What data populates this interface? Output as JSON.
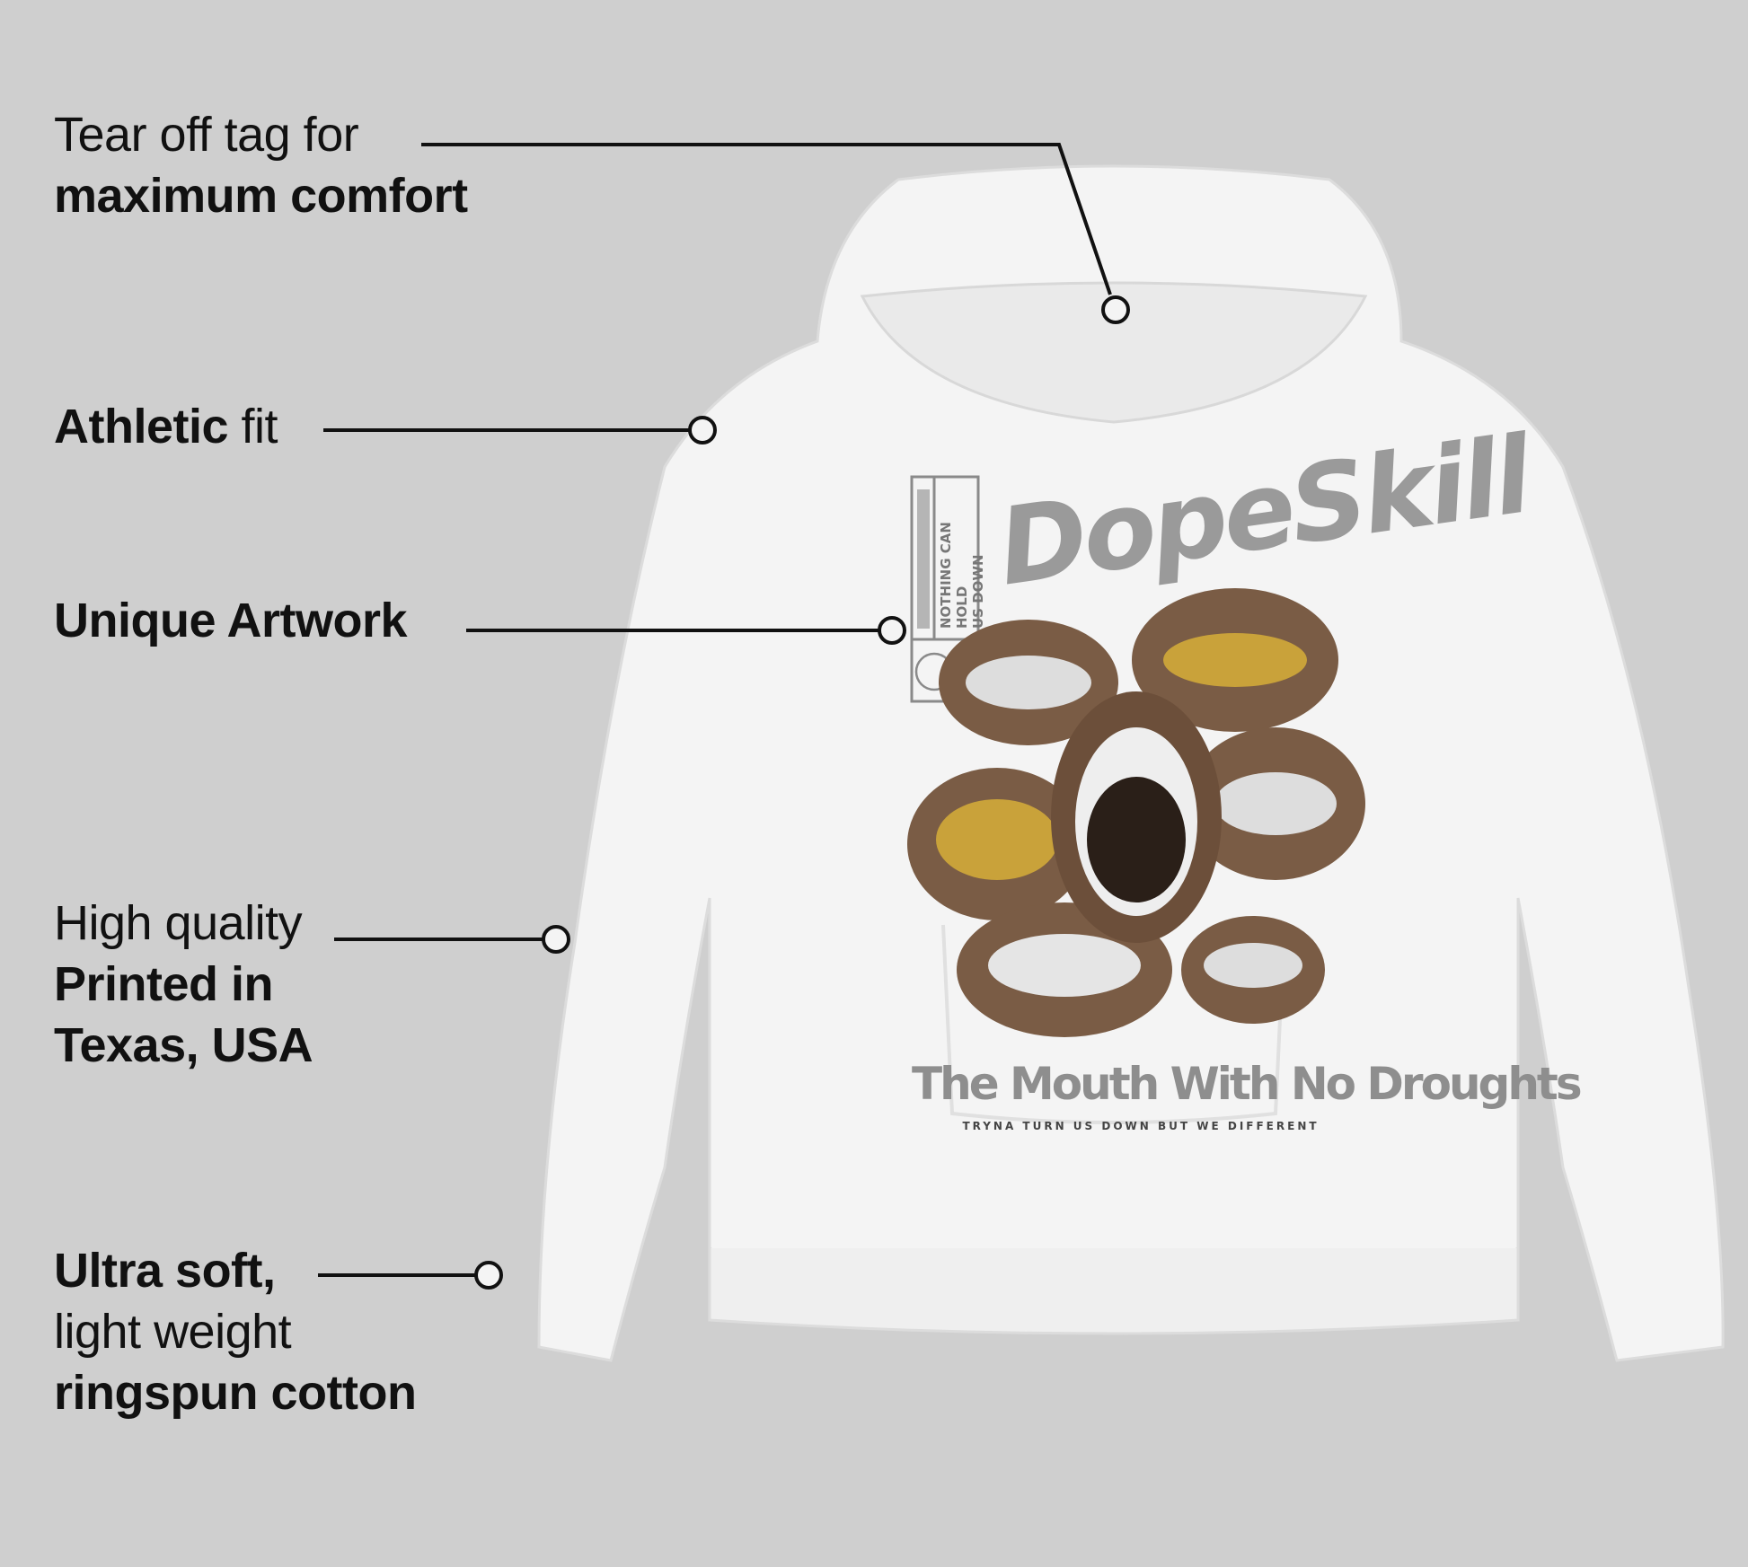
{
  "callouts": [
    {
      "lines": [
        {
          "text": "Tear off tag for",
          "bold": false
        },
        {
          "text": "maximum comfort",
          "bold": true
        }
      ]
    },
    {
      "lines": [
        {
          "text": "Athletic",
          "bold": true
        },
        {
          "text": " fit",
          "bold": false
        }
      ]
    },
    {
      "lines": [
        {
          "text": "Unique Artwork",
          "bold": true
        }
      ]
    },
    {
      "lines": [
        {
          "text": "High quality",
          "bold": false
        },
        {
          "text": "Printed in",
          "bold": true
        },
        {
          "text": "Texas, USA",
          "bold": true
        }
      ]
    },
    {
      "lines": [
        {
          "text": "Ultra soft,",
          "bold": true
        },
        {
          "text": "light weight",
          "bold": false
        },
        {
          "text": "ringspun cotton",
          "bold": true
        }
      ]
    }
  ],
  "artwork": {
    "brand": "DopeSkill",
    "tag_line1": "NOTHING CAN HOLD",
    "tag_line2": "US DOWN",
    "headline": "The Mouth With No Droughts",
    "subline": "TRYNA TURN US DOWN BUT WE DIFFERENT"
  },
  "colors": {
    "background": "#cfcfcf",
    "hoodie": "#f4f4f4",
    "print_gray": "#9a9a9a",
    "lips": "#7a5c45",
    "gold": "#c9a23a"
  }
}
